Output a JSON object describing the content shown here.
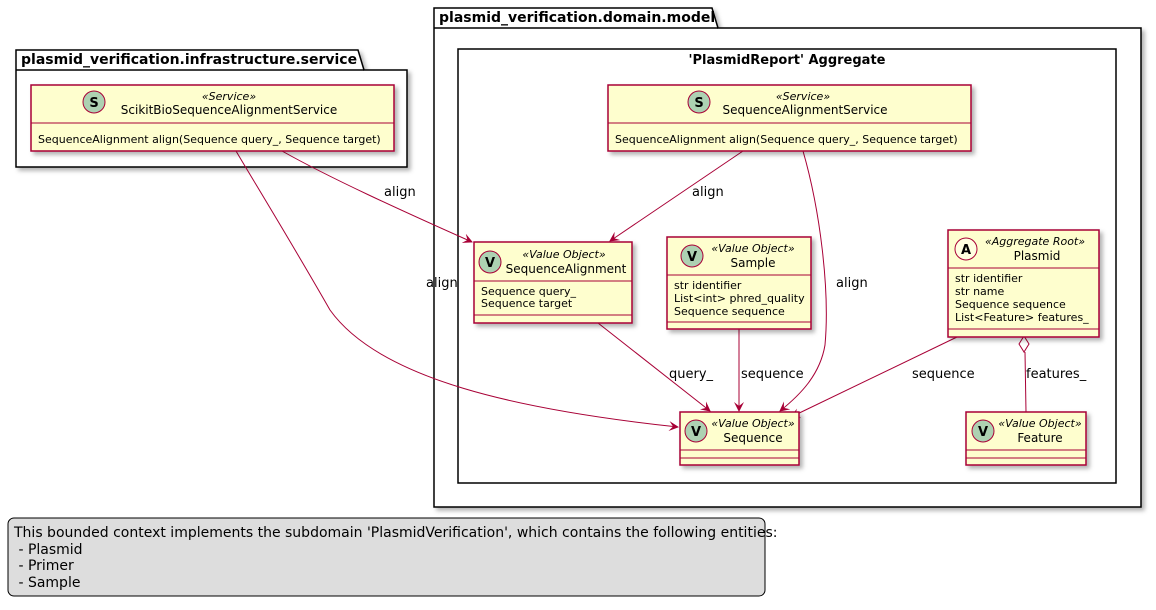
{
  "packages": {
    "infrastructure": {
      "name": "plasmid_verification.infrastructure.service"
    },
    "domain": {
      "name": "plasmid_verification.domain.model"
    }
  },
  "aggregate": {
    "title": "'PlasmidReport' Aggregate"
  },
  "classes": {
    "scikit": {
      "badge": "S",
      "stereotype": "«Service»",
      "name": "ScikitBioSequenceAlignmentService",
      "members": [
        "SequenceAlignment align(Sequence query_, Sequence target)"
      ]
    },
    "seqAlignService": {
      "badge": "S",
      "stereotype": "«Service»",
      "name": "SequenceAlignmentService",
      "members": [
        "SequenceAlignment align(Sequence query_, Sequence target)"
      ]
    },
    "seqAlignment": {
      "badge": "V",
      "stereotype": "«Value Object»",
      "name": "SequenceAlignment",
      "members": [
        "Sequence query_",
        "Sequence target"
      ]
    },
    "sample": {
      "badge": "V",
      "stereotype": "«Value Object»",
      "name": "Sample",
      "members": [
        "str identifier",
        "List<int> phred_quality",
        "Sequence sequence"
      ]
    },
    "plasmid": {
      "badge": "A",
      "stereotype": "«Aggregate Root»",
      "name": "Plasmid",
      "members": [
        "str identifier",
        "str name",
        "Sequence sequence",
        "List<Feature> features_"
      ]
    },
    "sequence": {
      "badge": "V",
      "stereotype": "«Value Object»",
      "name": "Sequence",
      "members": []
    },
    "feature": {
      "badge": "V",
      "stereotype": "«Value Object»",
      "name": "Feature",
      "members": []
    }
  },
  "edges": {
    "scikit_to_alignment": "align",
    "scikit_to_sequence": "align",
    "service_to_alignment": "align",
    "service_to_sequence": "align",
    "alignment_to_sequence": "query_",
    "sample_to_sequence": "sequence",
    "plasmid_to_sequence": "sequence",
    "plasmid_to_feature": "features_"
  },
  "note": {
    "lines": [
      "This bounded context implements the subdomain 'PlasmidVerification', which contains the following entities:",
      " - Plasmid",
      " - Primer",
      " - Sample"
    ]
  },
  "colors": {
    "classFill": "#FEFECE",
    "classBorder": "#A80036",
    "edge": "#A80036",
    "badgeService": "#ADD1B2",
    "badgeValue": "#ADD1B2",
    "badgeAggregate": "#FFFFE0",
    "noteFill": "#DDDDDD"
  }
}
